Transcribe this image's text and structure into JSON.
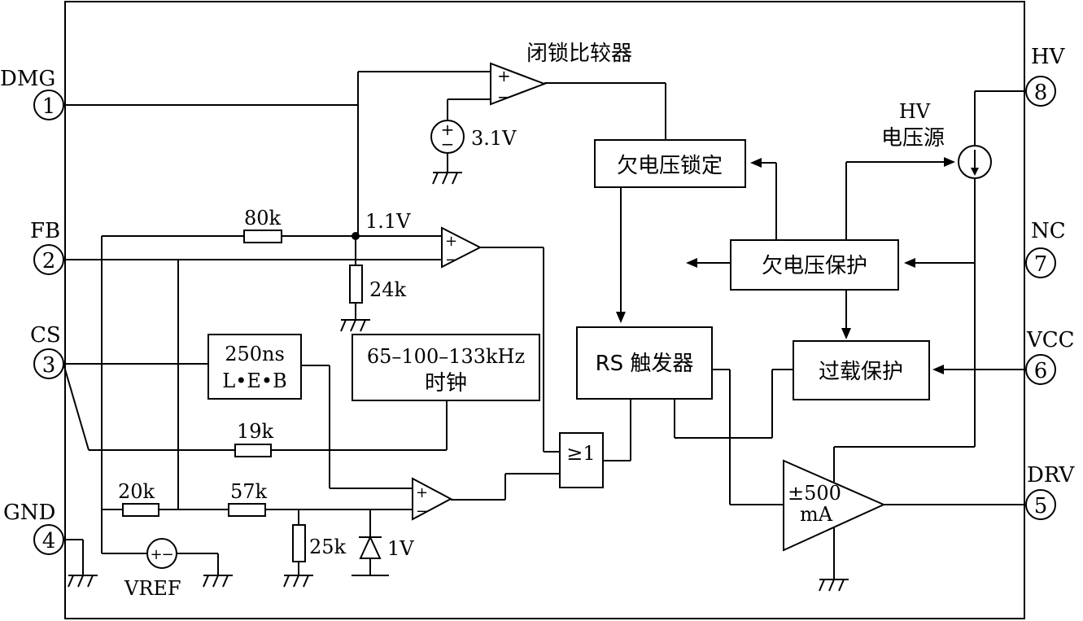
{
  "pins": [
    {
      "number": "1",
      "name": "DMG"
    },
    {
      "number": "2",
      "name": "FB"
    },
    {
      "number": "3",
      "name": "CS"
    },
    {
      "number": "4",
      "name": "GND"
    },
    {
      "number": "8",
      "name": "HV"
    },
    {
      "number": "7",
      "name": "NC"
    },
    {
      "number": "6",
      "name": "VCC"
    },
    {
      "number": "5",
      "name": "DRV"
    }
  ],
  "blocks": {
    "latch_comparator": "闭锁比较器",
    "uvlo": "欠电压锁定",
    "uv_protect": "欠电压保护",
    "rs_flipflop": "RS 触发器",
    "overload": "过载保护",
    "hv_source": [
      "HV",
      "电压源"
    ],
    "clock": [
      "65–100–133kHz",
      "时钟"
    ],
    "leb": [
      "250ns",
      "L•E•B"
    ],
    "or_gate": "≥1",
    "driver": [
      "±500",
      "mA"
    ]
  },
  "labels": {
    "v_31": "3.1V",
    "v_11": "1.1V",
    "v_1": "1V",
    "vref": "VREF",
    "r80": "80k",
    "r24": "24k",
    "r19": "19k",
    "r20": "20k",
    "r57": "57k",
    "r25": "25k",
    "plus": "+",
    "minus": "−"
  }
}
